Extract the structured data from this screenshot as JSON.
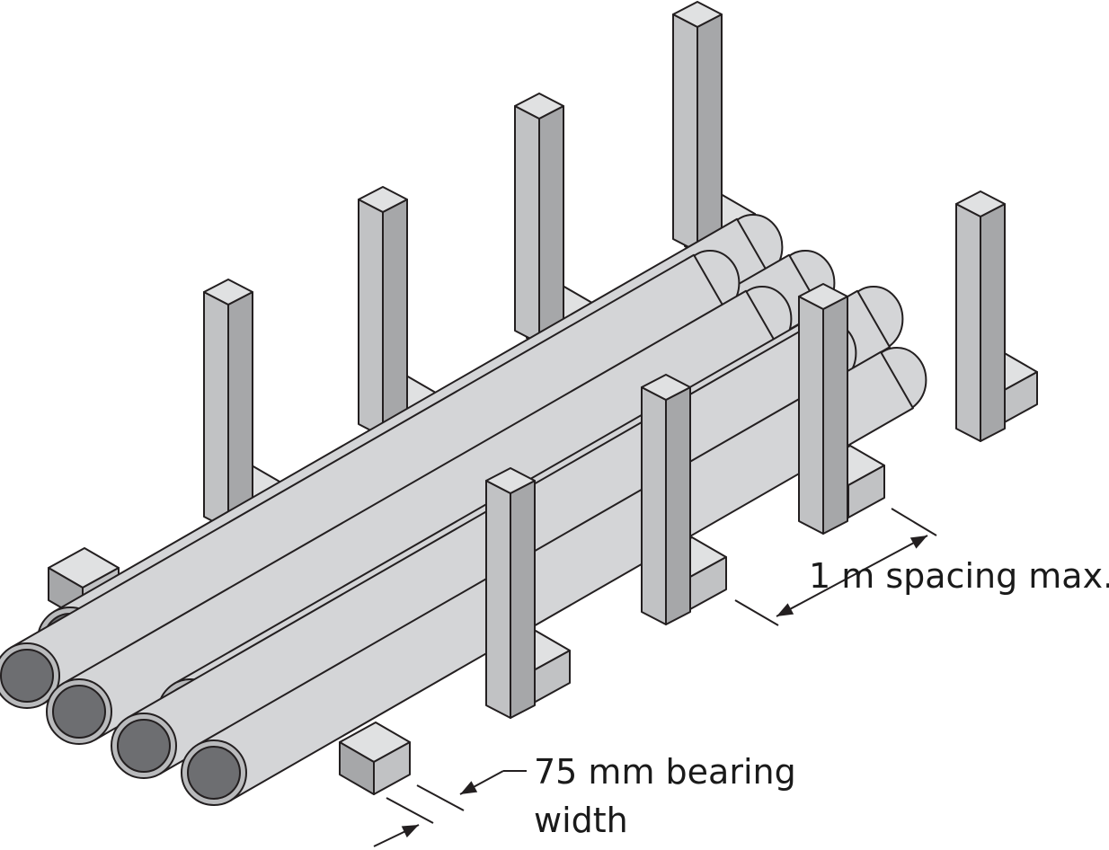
{
  "annotations": {
    "spacing_label": "1 m spacing max.",
    "bearing_line1": "75 mm bearing",
    "bearing_line2": "width"
  },
  "colors": {
    "pipe_body": "#d4d5d7",
    "pipe_end_ring": "#b9babc",
    "pipe_bore": "#6d6e71",
    "post_front": "#c1c2c4",
    "post_side": "#a6a7a9",
    "post_top": "#e0e1e2",
    "outline": "#231f20"
  },
  "icons": [
    "pipe-icon",
    "post-icon",
    "bearer-block-icon",
    "dimension-arrow-icon"
  ]
}
